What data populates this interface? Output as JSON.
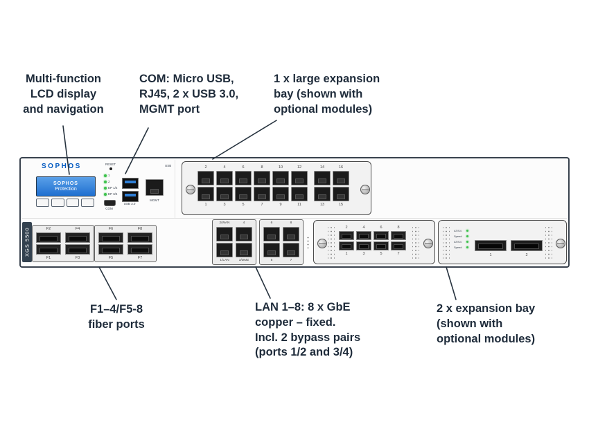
{
  "annotations": {
    "lcd": {
      "lines": [
        "Multi-function",
        "LCD display",
        "and navigation"
      ]
    },
    "com": {
      "lines": [
        "COM: Micro USB,",
        "RJ45, 2 x USB 3.0,",
        "MGMT port"
      ]
    },
    "large_bay": {
      "lines": [
        "1 x large expansion",
        "bay (shown with",
        "optional modules)"
      ]
    },
    "fiber": {
      "lines": [
        "F1–4/F5-8",
        "fiber ports"
      ]
    },
    "lan": {
      "lines": [
        "LAN 1–8: 8 x GbE",
        "copper – fixed.",
        "Incl. 2 bypass pairs",
        "(ports 1/2 and 3/4)"
      ]
    },
    "expansion": {
      "lines": [
        "2 x expansion bay",
        "(shown with",
        "optional modules)"
      ]
    }
  },
  "device": {
    "brand": "SOPHOS",
    "model": "XGS 5500",
    "lcd": {
      "line1": "SOPHOS",
      "line2": "Protection"
    },
    "com_panel": {
      "reset_label": "RESET",
      "com_label": "COM",
      "usb_tag": "USB",
      "usb_label": "USB 3.0",
      "mgmt_label": "MGMT",
      "led_labels": [
        "1",
        "2",
        "EP 1/2",
        "EP 3/4"
      ]
    },
    "large_bay": {
      "module1": {
        "top": [
          "2",
          "4",
          "6",
          "8",
          "10",
          "12"
        ],
        "bottom": [
          "1",
          "3",
          "5",
          "7",
          "9",
          "11"
        ]
      },
      "module2": {
        "top": [
          "14",
          "16"
        ],
        "bottom": [
          "13",
          "15"
        ]
      }
    },
    "fiber": {
      "group1": {
        "top": [
          "F2",
          "F4"
        ],
        "bottom": [
          "F1",
          "F3"
        ]
      },
      "group2": {
        "top": [
          "F6",
          "F8"
        ],
        "bottom": [
          "F5",
          "F7"
        ]
      }
    },
    "lan": {
      "group1": {
        "top": [
          "2/WAN",
          "4"
        ],
        "bottom": [
          "1/LAN",
          "3/DMZ"
        ]
      },
      "group2": {
        "top": [
          "6",
          "8"
        ],
        "bottom": [
          "5",
          "7"
        ]
      }
    },
    "bay1": {
      "top": [
        "2",
        "4",
        "6",
        "8"
      ],
      "bottom": [
        "1",
        "3",
        "5",
        "7"
      ]
    },
    "bay2": {
      "led_labels": [
        "AT/S4",
        "Speed",
        "AT/S4",
        "Speed"
      ],
      "port_labels": [
        "1",
        "2"
      ]
    }
  },
  "colors": {
    "annotation_text": "#1e2b3a",
    "callout_line": "#27333f",
    "sophos_blue": "#0059c1",
    "lcd_blue": "#2f7fd6",
    "led_green": "#3ec24d",
    "chassis_outline": "#39424e"
  }
}
